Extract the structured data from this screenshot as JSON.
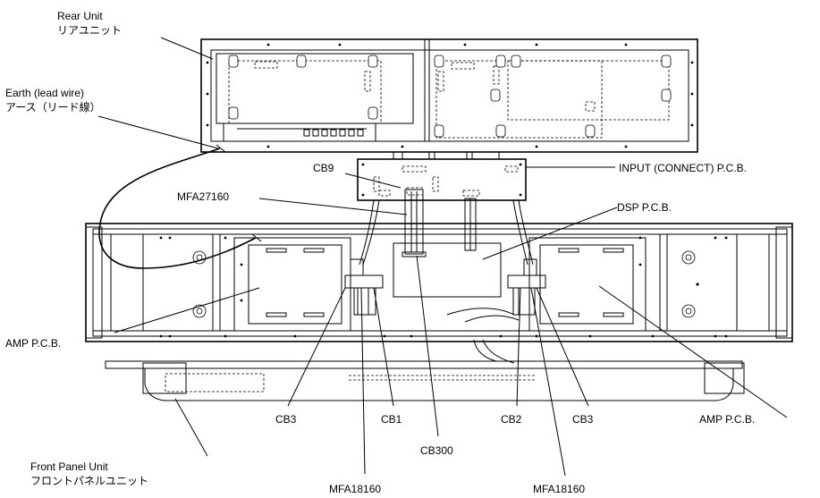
{
  "labels": {
    "rear_unit_en": "Rear Unit",
    "rear_unit_jp": "リアユニット",
    "earth_en": "Earth (lead wire)",
    "earth_jp": "アース（リード線）",
    "cb9": "CB9",
    "mfa27160": "MFA27160",
    "input_pcb": "INPUT (CONNECT) P.C.B.",
    "dsp_pcb": "DSP P.C.B.",
    "amp_pcb_left": "AMP P.C.B.",
    "amp_pcb_right": "AMP P.C.B.",
    "cb3_left": "CB3",
    "cb1": "CB1",
    "cb300": "CB300",
    "cb2": "CB2",
    "cb3_right": "CB3",
    "front_panel_en": "Front Panel Unit",
    "front_panel_jp": "フロントパネルユニット",
    "mfa18160_left": "MFA18160",
    "mfa18160_right": "MFA18160"
  }
}
